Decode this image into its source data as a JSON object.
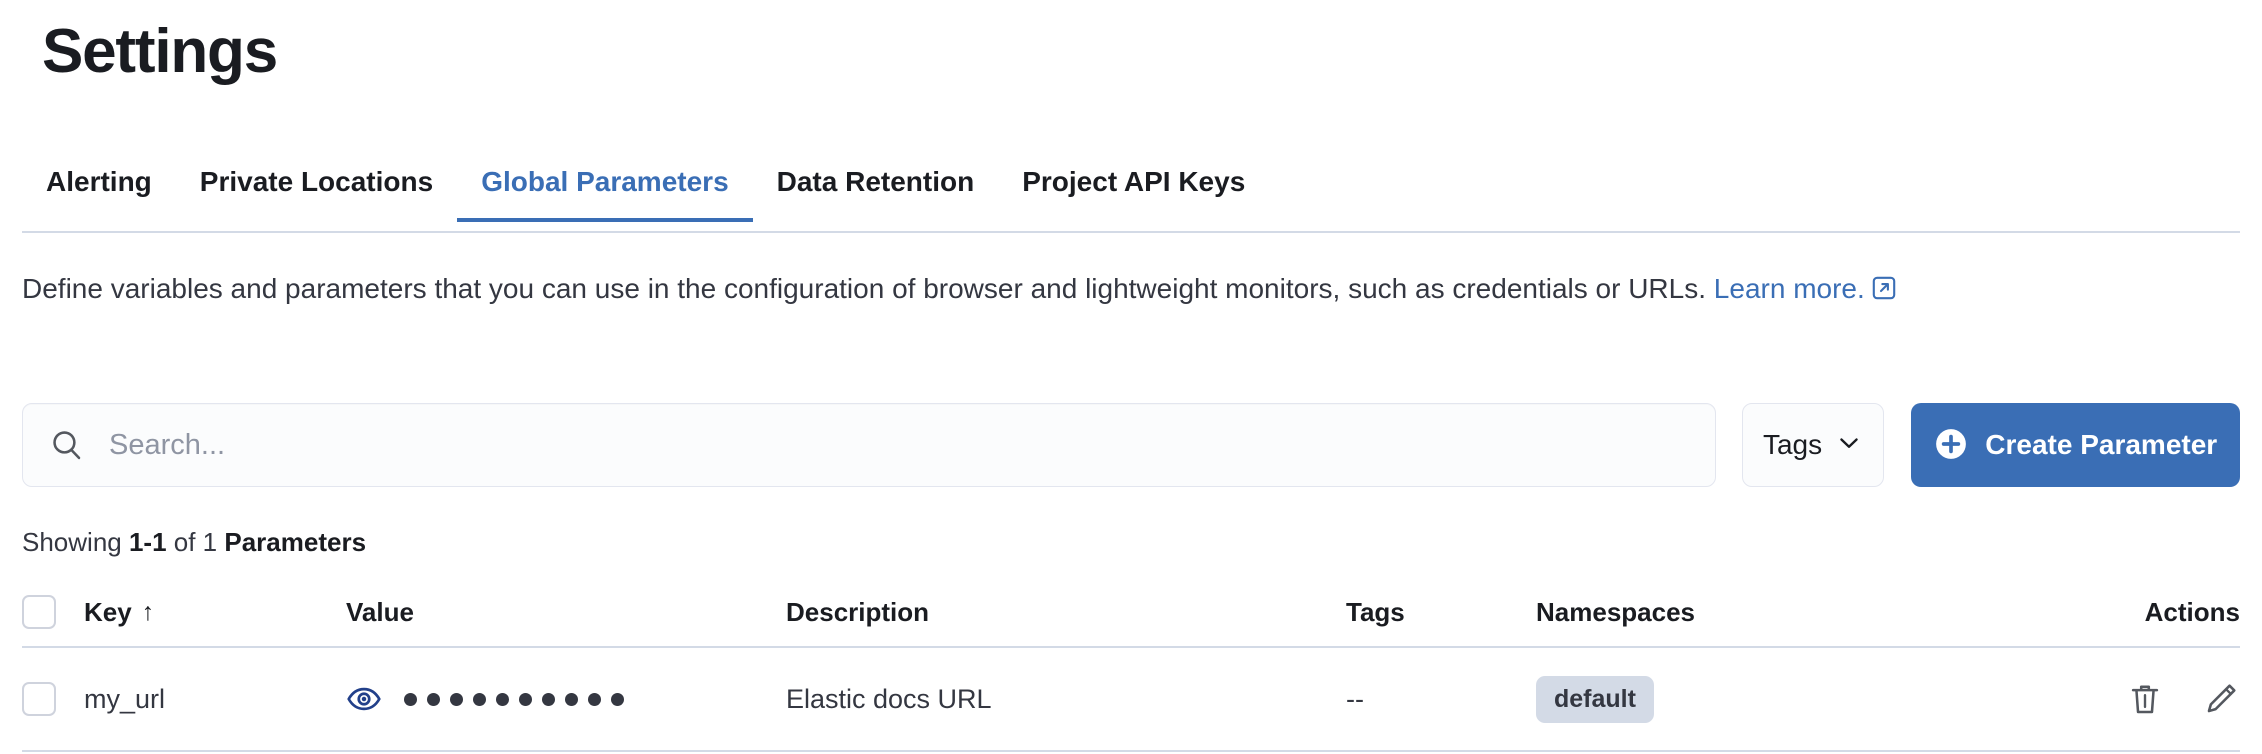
{
  "page": {
    "title": "Settings"
  },
  "tabs": [
    {
      "label": "Alerting",
      "active": false
    },
    {
      "label": "Private Locations",
      "active": false
    },
    {
      "label": "Global Parameters",
      "active": true
    },
    {
      "label": "Data Retention",
      "active": false
    },
    {
      "label": "Project API Keys",
      "active": false
    }
  ],
  "description": {
    "text": "Define variables and parameters that you can use in the configuration of browser and lightweight monitors, such as credentials or URLs. ",
    "link_label": "Learn more.",
    "link_icon": "external-link-icon"
  },
  "toolbar": {
    "search_placeholder": "Search...",
    "search_value": "",
    "search_icon": "search-icon",
    "tags_label": "Tags",
    "tags_icon": "chevron-down-icon",
    "create_label": "Create Parameter",
    "create_icon": "plus-circle-icon"
  },
  "results": {
    "prefix": "Showing ",
    "range": "1-1",
    "middle": " of 1 ",
    "entity": "Parameters"
  },
  "table": {
    "columns": [
      {
        "key": "checkbox",
        "label": ""
      },
      {
        "key": "key",
        "label": "Key",
        "sort": "asc",
        "sort_icon": "arrow-up-icon"
      },
      {
        "key": "value",
        "label": "Value"
      },
      {
        "key": "description",
        "label": "Description"
      },
      {
        "key": "tags",
        "label": "Tags"
      },
      {
        "key": "namespaces",
        "label": "Namespaces"
      },
      {
        "key": "actions",
        "label": "Actions"
      }
    ],
    "rows": [
      {
        "key": "my_url",
        "value_masked": true,
        "value_mask_dots": 10,
        "value_toggle_icon": "eye-icon",
        "description": "Elastic docs URL",
        "tags": "--",
        "namespace": "default",
        "actions": [
          {
            "name": "delete-icon",
            "label": "Delete"
          },
          {
            "name": "edit-icon",
            "label": "Edit"
          }
        ]
      }
    ]
  },
  "colors": {
    "accent_blue": "#3a6eb5",
    "text_dark": "#1a1c21",
    "text_body": "#343741",
    "border": "#d3dae6",
    "badge_bg": "#d3dae6"
  }
}
